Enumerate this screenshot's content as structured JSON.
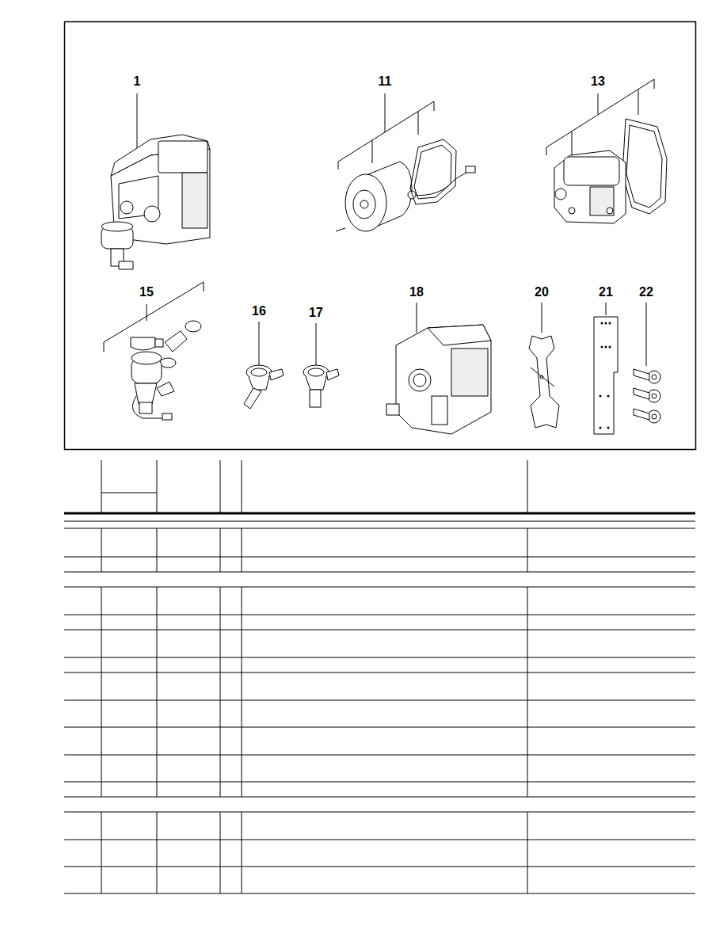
{
  "diagram": {
    "labels": [
      "1",
      "11",
      "13",
      "15",
      "16",
      "17",
      "18",
      "20",
      "21",
      "22"
    ]
  }
}
